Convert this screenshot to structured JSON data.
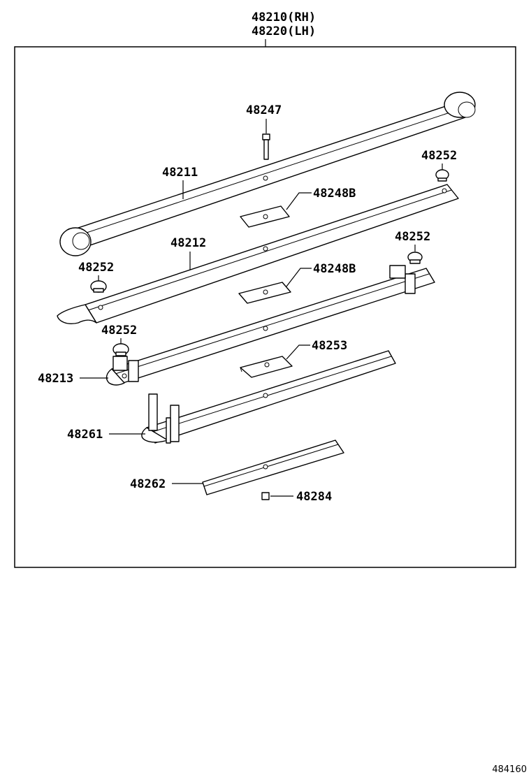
{
  "assembly": {
    "numbers": [
      "48210(RH)",
      "48220(LH)"
    ]
  },
  "parts": {
    "p48247": "48247",
    "p48211": "48211",
    "p48252_a": "48252",
    "p48248B_a": "48248B",
    "p48212": "48212",
    "p48252_b": "48252",
    "p48252_c": "48252",
    "p48248B_b": "48248B",
    "p48252_d": "48252",
    "p48253": "48253",
    "p48213": "48213",
    "p48261": "48261",
    "p48262": "48262",
    "p48284": "48284"
  },
  "footer": {
    "ref_code": "484160"
  }
}
